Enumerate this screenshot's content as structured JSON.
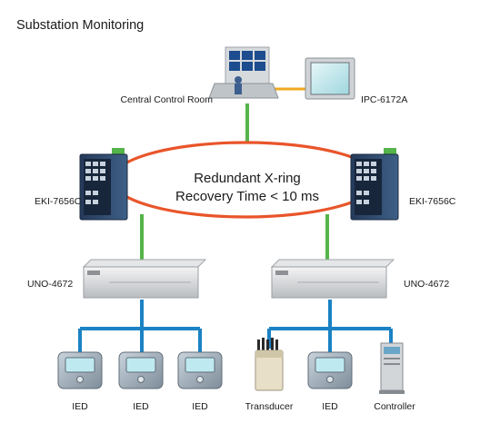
{
  "title": "Substation Monitoring",
  "control_room": {
    "label": "Central Control Room"
  },
  "panel_pc": {
    "label": "IPC-6172A"
  },
  "ring": {
    "line1": "Redundant X-ring",
    "line2": "Recovery Time < 10 ms"
  },
  "switches": [
    {
      "label": "EKI-7656C"
    },
    {
      "label": "EKI-7656C"
    }
  ],
  "controllers": [
    {
      "label": "UNO-4672"
    },
    {
      "label": "UNO-4672"
    }
  ],
  "field_devices": [
    {
      "label": "IED"
    },
    {
      "label": "IED"
    },
    {
      "label": "IED"
    },
    {
      "label": "Transducer"
    },
    {
      "label": "IED"
    },
    {
      "label": "Controller"
    }
  ],
  "colors": {
    "ring": "#e9552a",
    "green_link": "#55b44a",
    "blue_link": "#1b82c4",
    "orange_link": "#f2a91f"
  }
}
